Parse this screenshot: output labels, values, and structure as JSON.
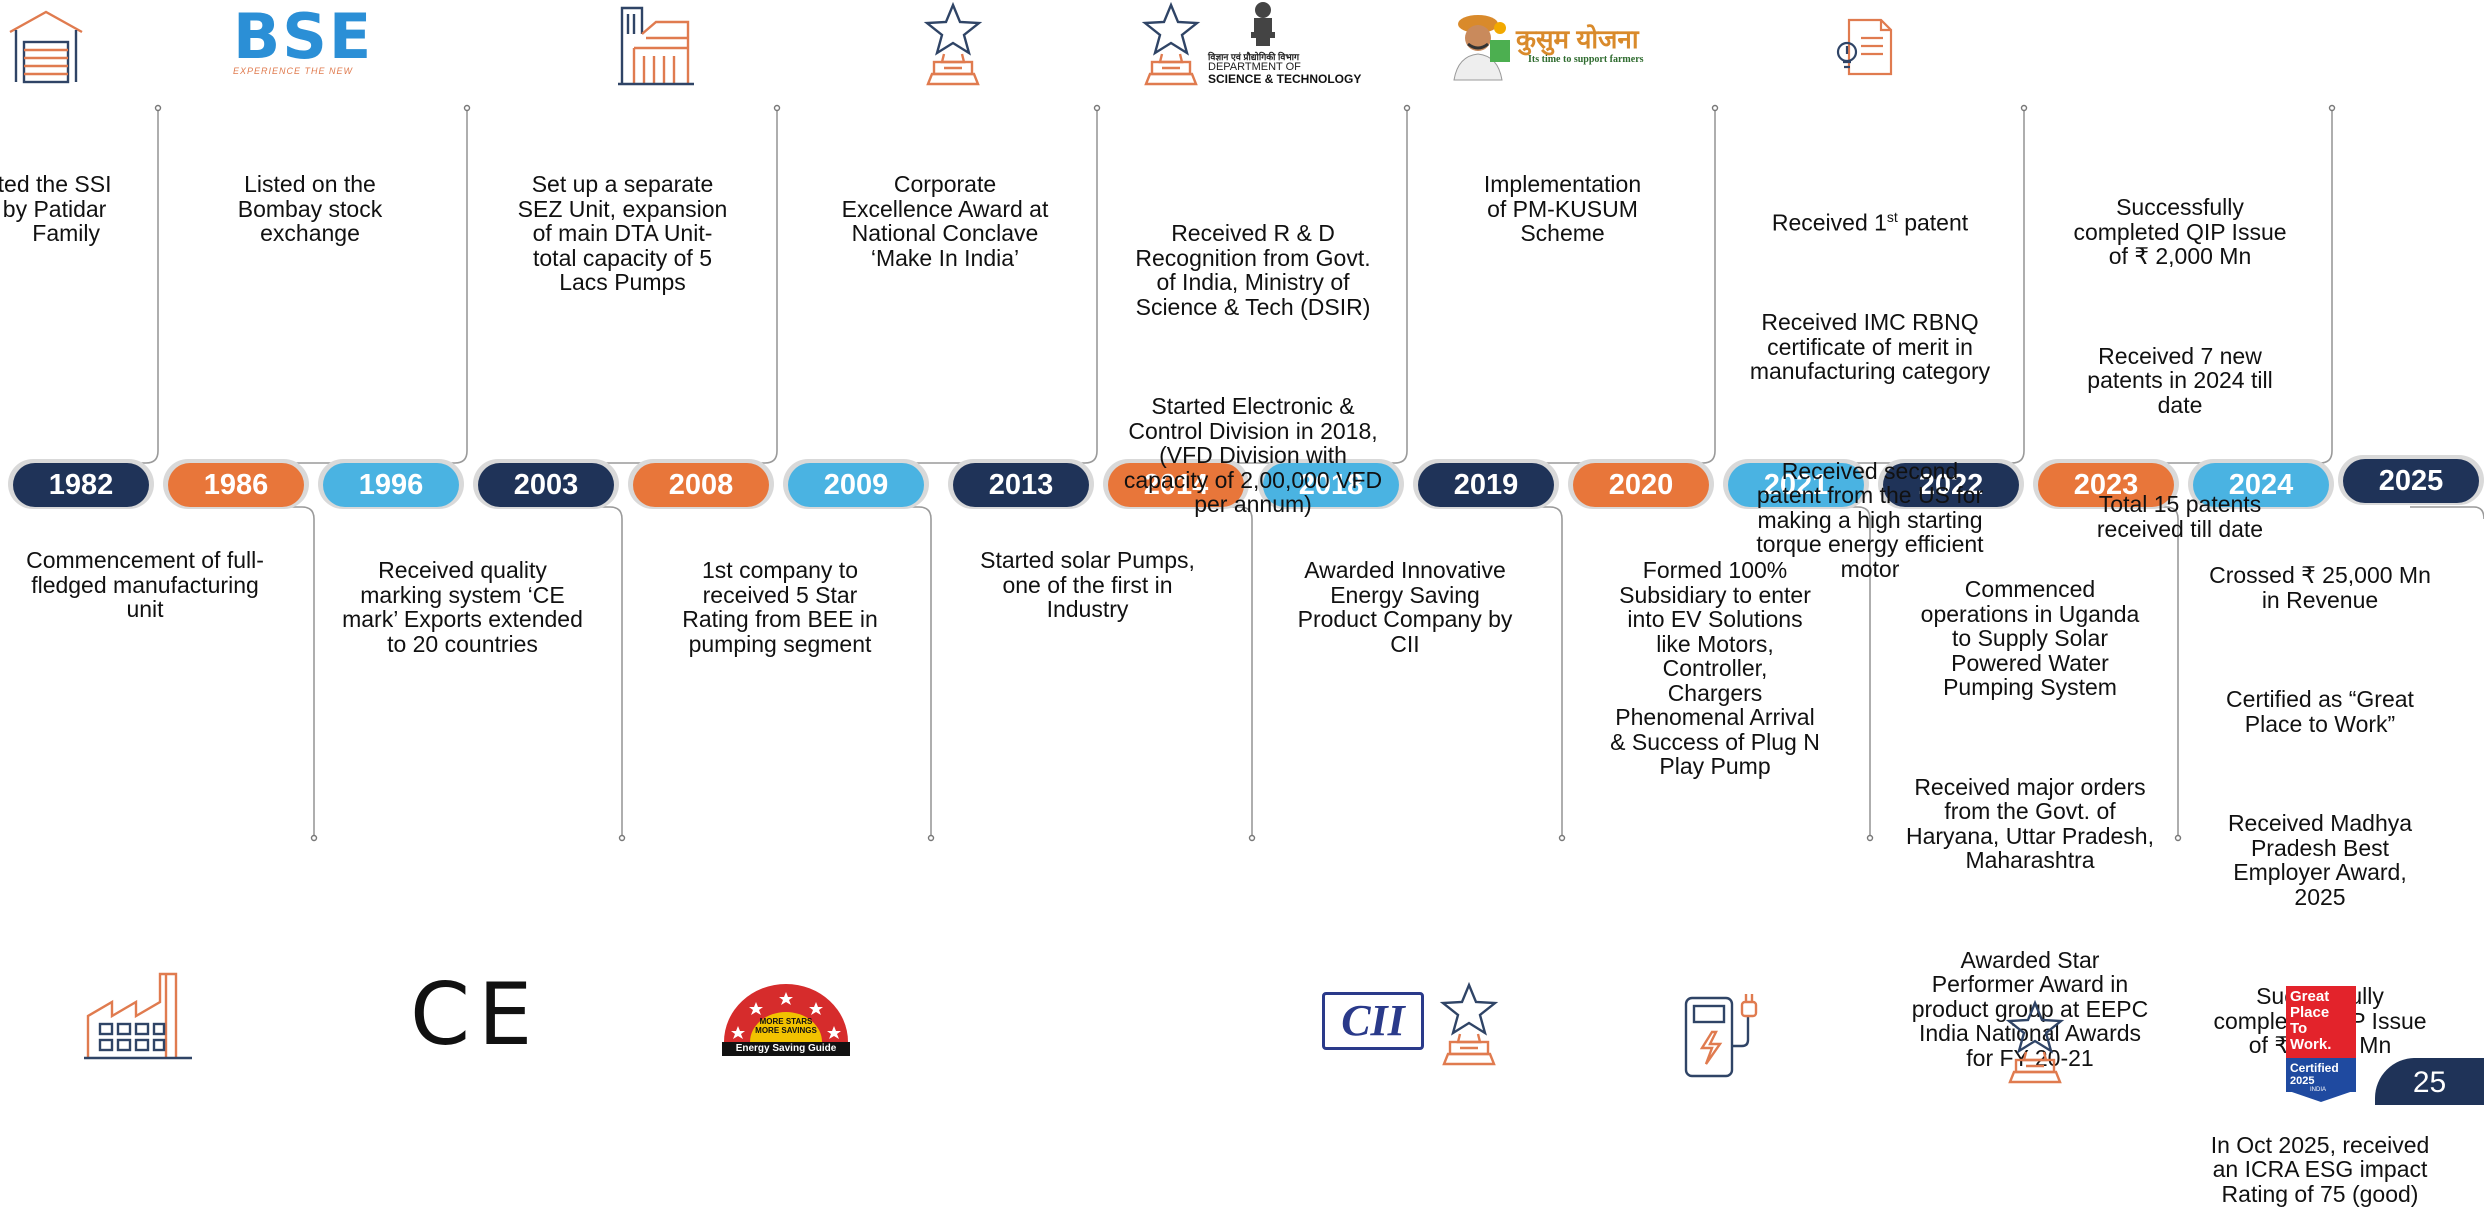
{
  "years": [
    "1982",
    "1986",
    "1996",
    "2003",
    "2008",
    "2009",
    "2013",
    "2014",
    "2018",
    "2019",
    "2020",
    "2021",
    "2022",
    "2023",
    "2024",
    "2025"
  ],
  "top": {
    "y1982": "rted the SSI\nt by Patidar\nFamily",
    "y1986": "Listed on the\nBombay stock\nexchange",
    "y2003": "Set up a separate\nSEZ Unit, expansion\nof main DTA Unit-\ntotal capacity of 5\nLacs Pumps",
    "y2009": "Corporate\nExcellence Award at\nNational Conclave\n‘Make In India’",
    "y2014a": "Received R & D\nRecognition from Govt.\nof India, Ministry of\nScience & Tech (DSIR)",
    "y2014b": "Started Electronic &\nControl Division in 2018,\n(VFD Division with\ncapacity of 2,00,000 VFD\nper annum)",
    "y2019": "Implementation\nof PM-KUSUM\nScheme",
    "y2021a": "Received 1",
    "y2021a_sup": "st",
    "y2021a_end": "patent",
    "y2021b": "Received IMC RBNQ\ncertificate of merit in\nmanufacturing category",
    "y2021c": "Received second\npatent from the US for\nmaking a high starting\ntorque energy efficient\nmotor",
    "y2023a": "Successfully\ncompleted QIP Issue\nof ₹ 2,000 Mn",
    "y2023b": "Received 7 new\npatents in 2024 till\ndate",
    "y2023c": "Total 15 patents\nreceived till date"
  },
  "bottom": {
    "y1982": "Commencement of full-\nfledged manufacturing\nunit",
    "y1996": "Received quality\nmarking system ‘CE\nmark’ Exports extended\nto 20 countries",
    "y2008": "1st company to\nreceived 5 Star\nRating from BEE in\npumping segment",
    "y2013": "Started solar Pumps,\none of the first in\nIndustry",
    "y2018": "Awarded Innovative\nEnergy Saving\nProduct Company by\nCII",
    "y2020": "Formed 100%\nSubsidiary to enter\ninto EV Solutions\nlike Motors,\nController,\nChargers\nPhenomenal Arrival\n& Success of Plug N\nPlay Pump",
    "y2022a": "Commenced\noperations in Uganda\nto Supply Solar\nPowered Water\nPumping System",
    "y2022b": "Received major orders\nfrom the Govt. of\nHaryana, Uttar Pradesh,\nMaharashtra",
    "y2022c": "Awarded Star\nPerformer Award in\nproduct group at EEPC\nIndia National Awards\nfor FY 20-21",
    "y2024a": "Crossed ₹ 25,000 Mn\nin Revenue",
    "y2024b": "Certified as “Great\nPlace to Work”",
    "y2024c": "Received Madhya\nPradesh Best\nEmployer Award,\n2025",
    "y2024d": "Successfully\ncompleted QIP Issue\nof ₹ 2,926 Mn",
    "y2024e": "In Oct 2025, received\nan ICRA ESG impact\nRating of 75 (good)"
  },
  "logos": {
    "bse": "BSE",
    "bse_tag": "EXPERIENCE THE NEW",
    "dst_hindi": "विज्ञान एवं प्रौद्योगिकी विभाग",
    "dst_line1": "DEPARTMENT OF",
    "dst_line2": "SCIENCE & TECHNOLOGY",
    "kusum_title": "कुसुम योजना",
    "kusum_tag": "Its time to support farmers",
    "ce": "CE",
    "bee_line1": "MORE STARS",
    "bee_line2": "MORE SAVINGS",
    "bee_line3": "Energy Saving Guide",
    "cii": "CII",
    "gptw_1": "Great",
    "gptw_2": "Place",
    "gptw_3": "To",
    "gptw_4": "Work.",
    "gptw_5": "Certified",
    "gptw_6": "2025",
    "gptw_7": "INDIA"
  },
  "icons": [
    "garage-icon",
    "building-icon",
    "trophy-icon",
    "trophy-icon",
    "patent-icon",
    "factory-icon",
    "trophy-icon",
    "ev-charger-icon",
    "trophy-icon"
  ],
  "colors": {
    "navy": "#1f3358",
    "orange": "#e8763a",
    "sky": "#4ab3e2",
    "icon_orange": "#e07b4f",
    "icon_navy": "#2f4466"
  },
  "page_number": "25"
}
